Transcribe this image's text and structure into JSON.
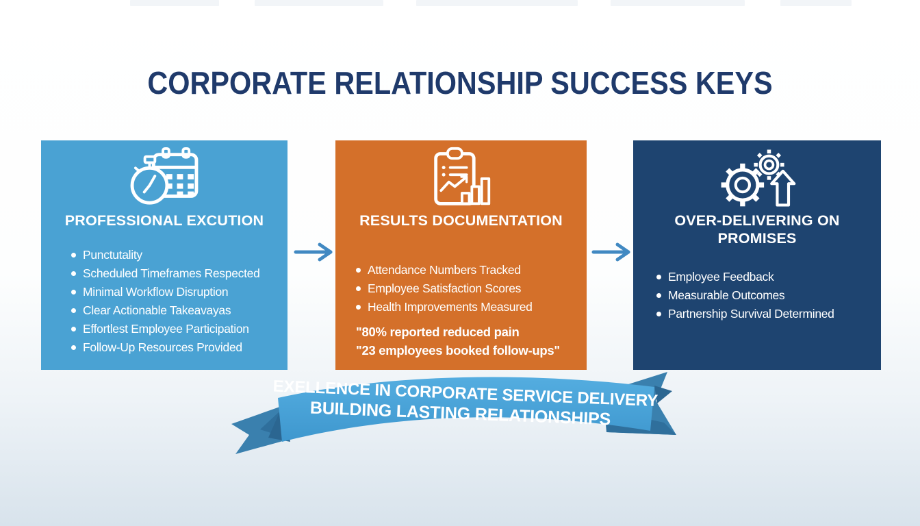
{
  "title": "CORPORATE RELATIONSHIP SUCCESS KEYS",
  "title_color": "#1F3A6B",
  "arrow_color": "#4189C2",
  "background": {
    "top": "#FFFFFF",
    "bottom": "#D8E3EC"
  },
  "columns": [
    {
      "id": "professional-execution",
      "color": "#4AA2D3",
      "icon": "stopwatch-calendar-icon",
      "heading": "PROFESSIONAL EXCUTION",
      "bullets": [
        "Punctutality",
        "Scheduled Timeframes Respected",
        "Minimal Workflow Disruption",
        "Clear Actionable Takeavayas",
        "Effortlest Employee Participation",
        "Follow-Up Resources Provided"
      ]
    },
    {
      "id": "results-documentation",
      "color": "#D4702A",
      "icon": "clipboard-chart-icon",
      "heading": "RESULTS DOCUMENTATION",
      "bullets": [
        "Attendance Numbers Tracked",
        "Employee Satisfaction Scores",
        "Health Improvements Measured"
      ],
      "quotes": [
        "\"80% reported reduced pain",
        "\"23 employees booked follow-ups\""
      ]
    },
    {
      "id": "over-delivering-on-promises",
      "color": "#1E4470",
      "icon": "gears-up-arrow-icon",
      "heading": "OVER-DELIVERING ON PROMISES",
      "bullets": [
        "Employee Feedback",
        "Measurable Outcomes",
        "Partnership Survival Determined"
      ]
    }
  ],
  "ribbon": {
    "line1": "EXELLENCE IN CORPORATE SERVICE DELIVERY",
    "line2": "BUILDING LASTING RELATIONSHIPS",
    "color_main": "#47A6DC",
    "color_fold": "#2B6691"
  }
}
